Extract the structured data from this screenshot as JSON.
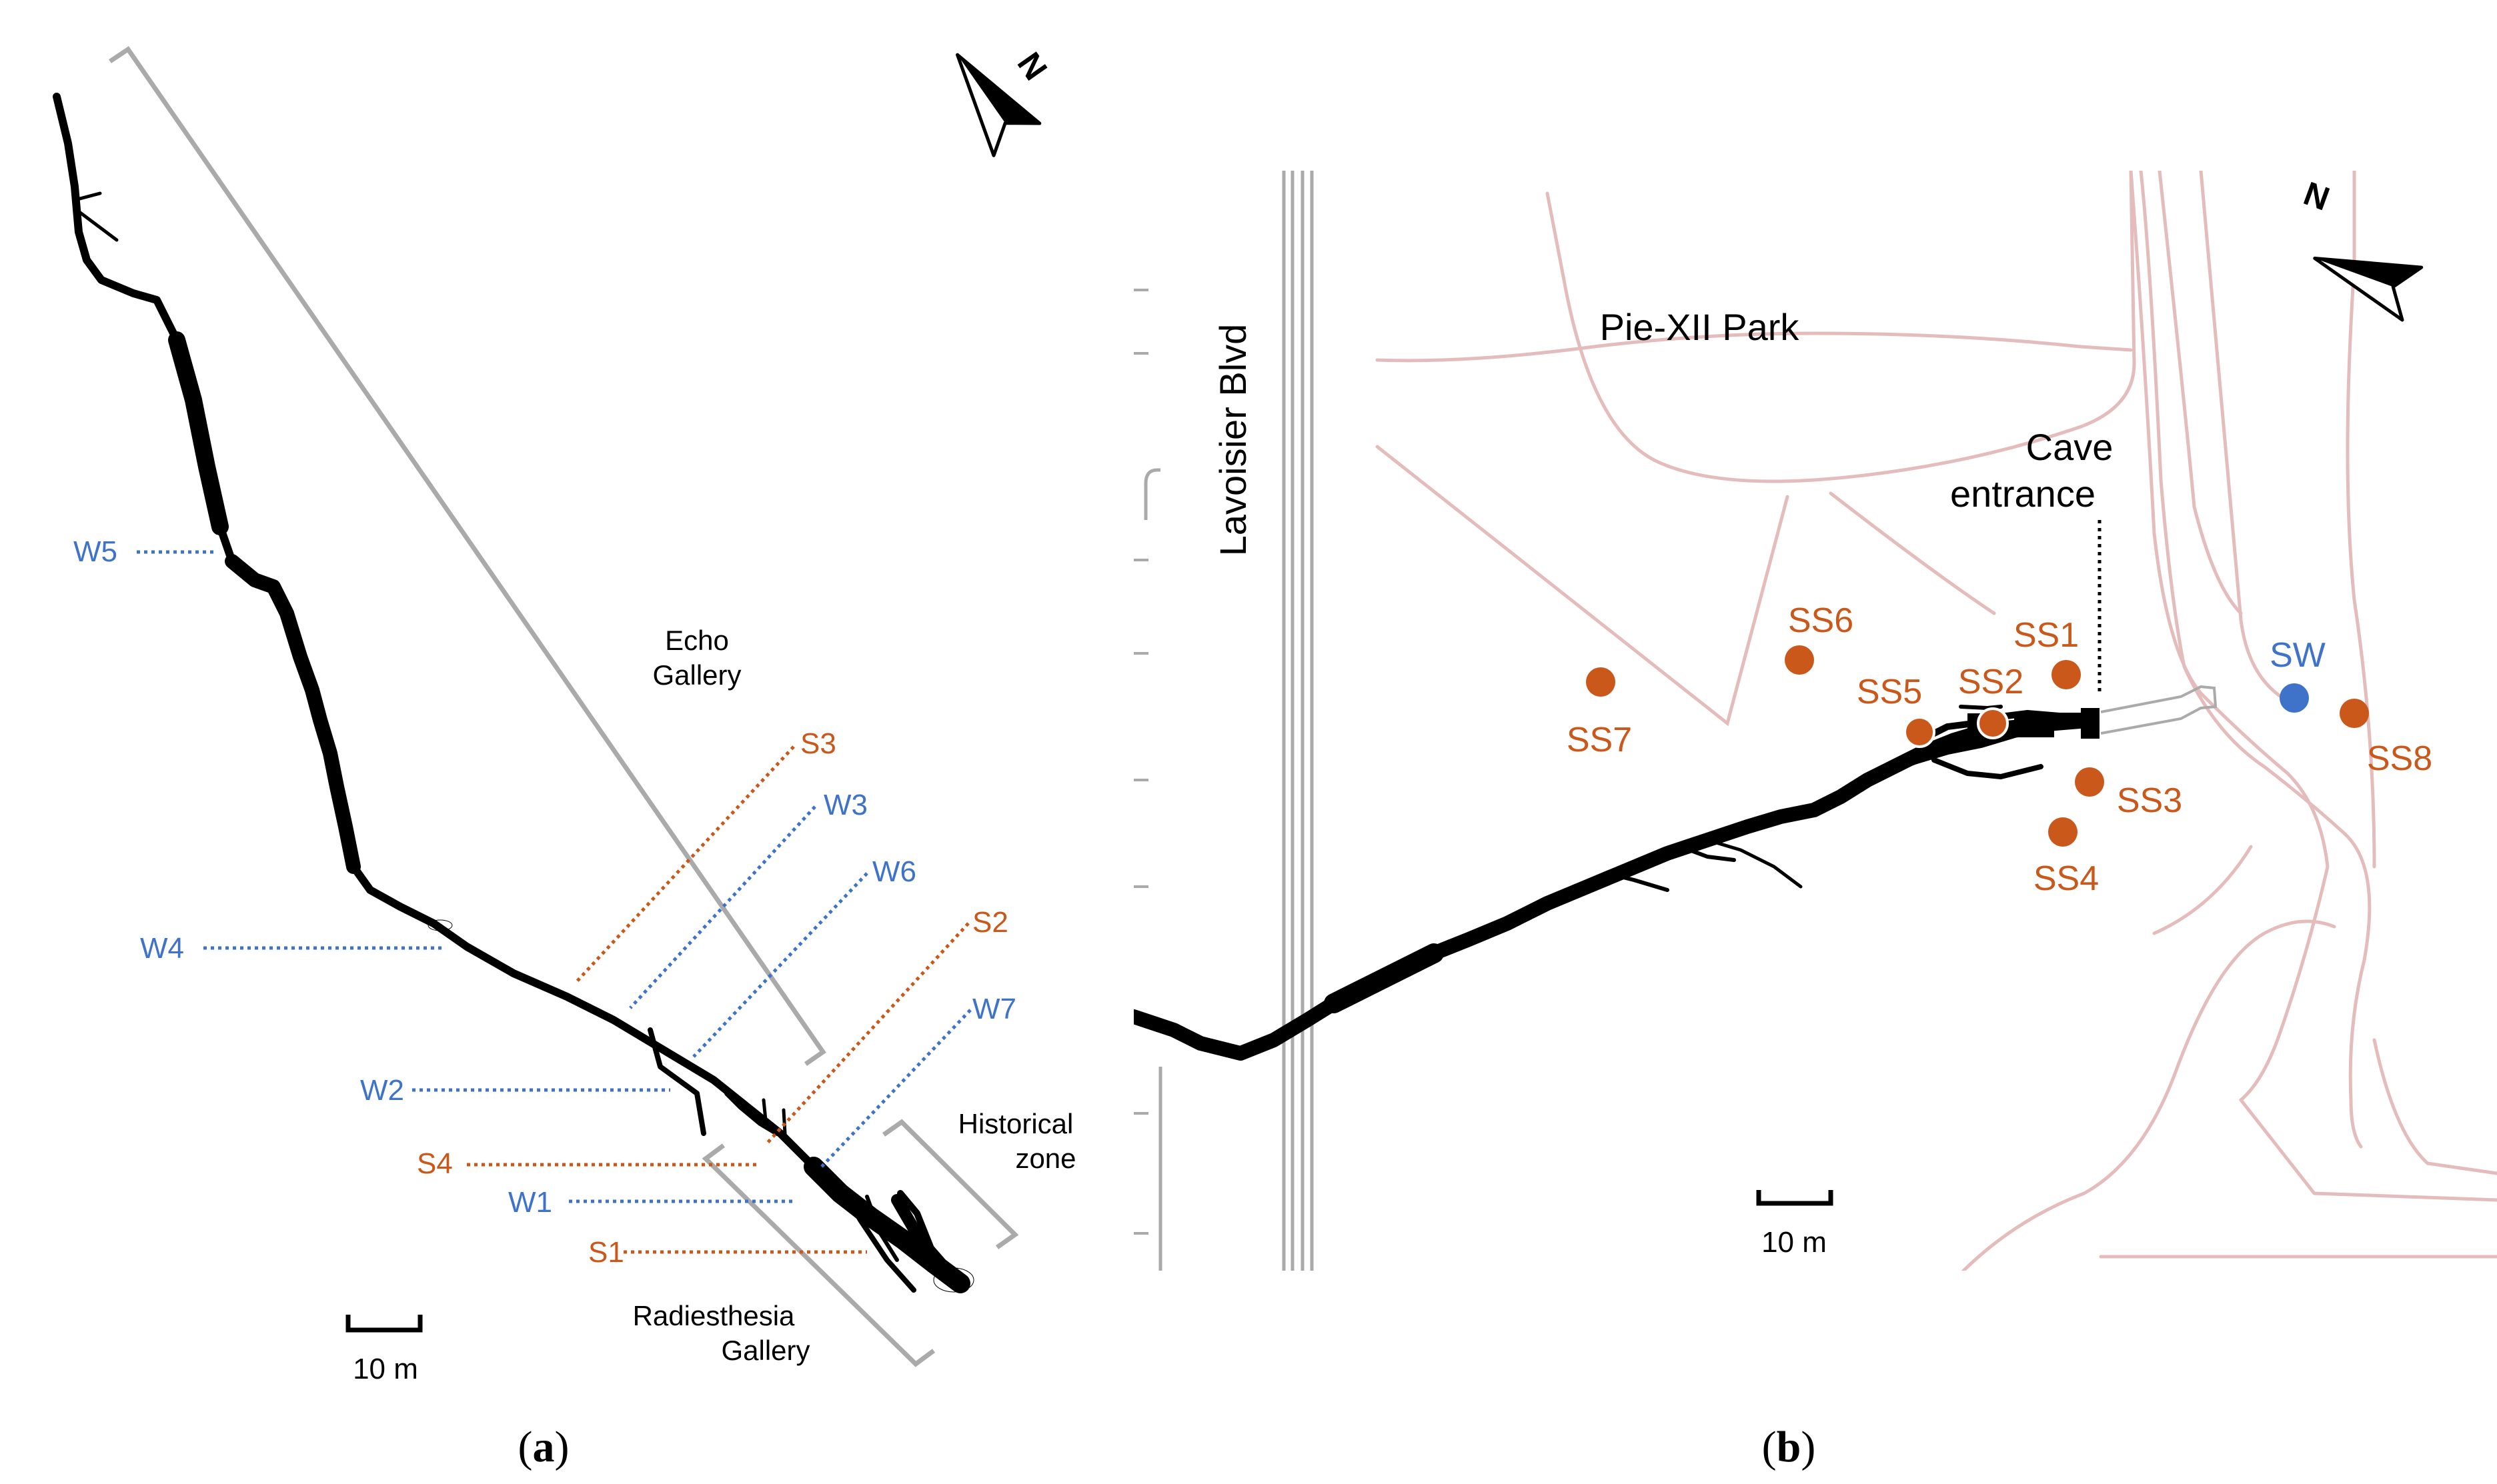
{
  "colors": {
    "orange": "#c9581a",
    "blue": "#3f73c9",
    "cave": "#000000",
    "bracket": "#aaaaaa",
    "street": "#e4bcbc",
    "road": "#aaaaaa"
  },
  "panel_a": {
    "caption_open": "(",
    "caption_letter": "a",
    "caption_close": ")",
    "north": "N",
    "scale": "10 m",
    "zones": {
      "echo_1": "Echo",
      "echo_2": "Gallery",
      "hist_1": "Historical",
      "hist_2": "zone",
      "radi_1": "Radiesthesia",
      "radi_2": "Gallery"
    },
    "stations": {
      "W5": "W5",
      "W4": "W4",
      "W3": "W3",
      "W6": "W6",
      "W2": "W2",
      "W7": "W7",
      "W1": "W1",
      "S3": "S3",
      "S2": "S2",
      "S4": "S4",
      "S1": "S1"
    }
  },
  "panel_b": {
    "caption_open": "(",
    "caption_letter": "b",
    "caption_close": ")",
    "north": "N",
    "scale": "10 m",
    "park": "Pie-XII Park",
    "boulevard": "Lavoisier Blvd",
    "entrance_1": "Cave",
    "entrance_2": "entrance",
    "sites": {
      "SS1": "SS1",
      "SS2": "SS2",
      "SS3": "SS3",
      "SS4": "SS4",
      "SS5": "SS5",
      "SS6": "SS6",
      "SS7": "SS7",
      "SS8": "SS8",
      "SW": "SW"
    }
  }
}
